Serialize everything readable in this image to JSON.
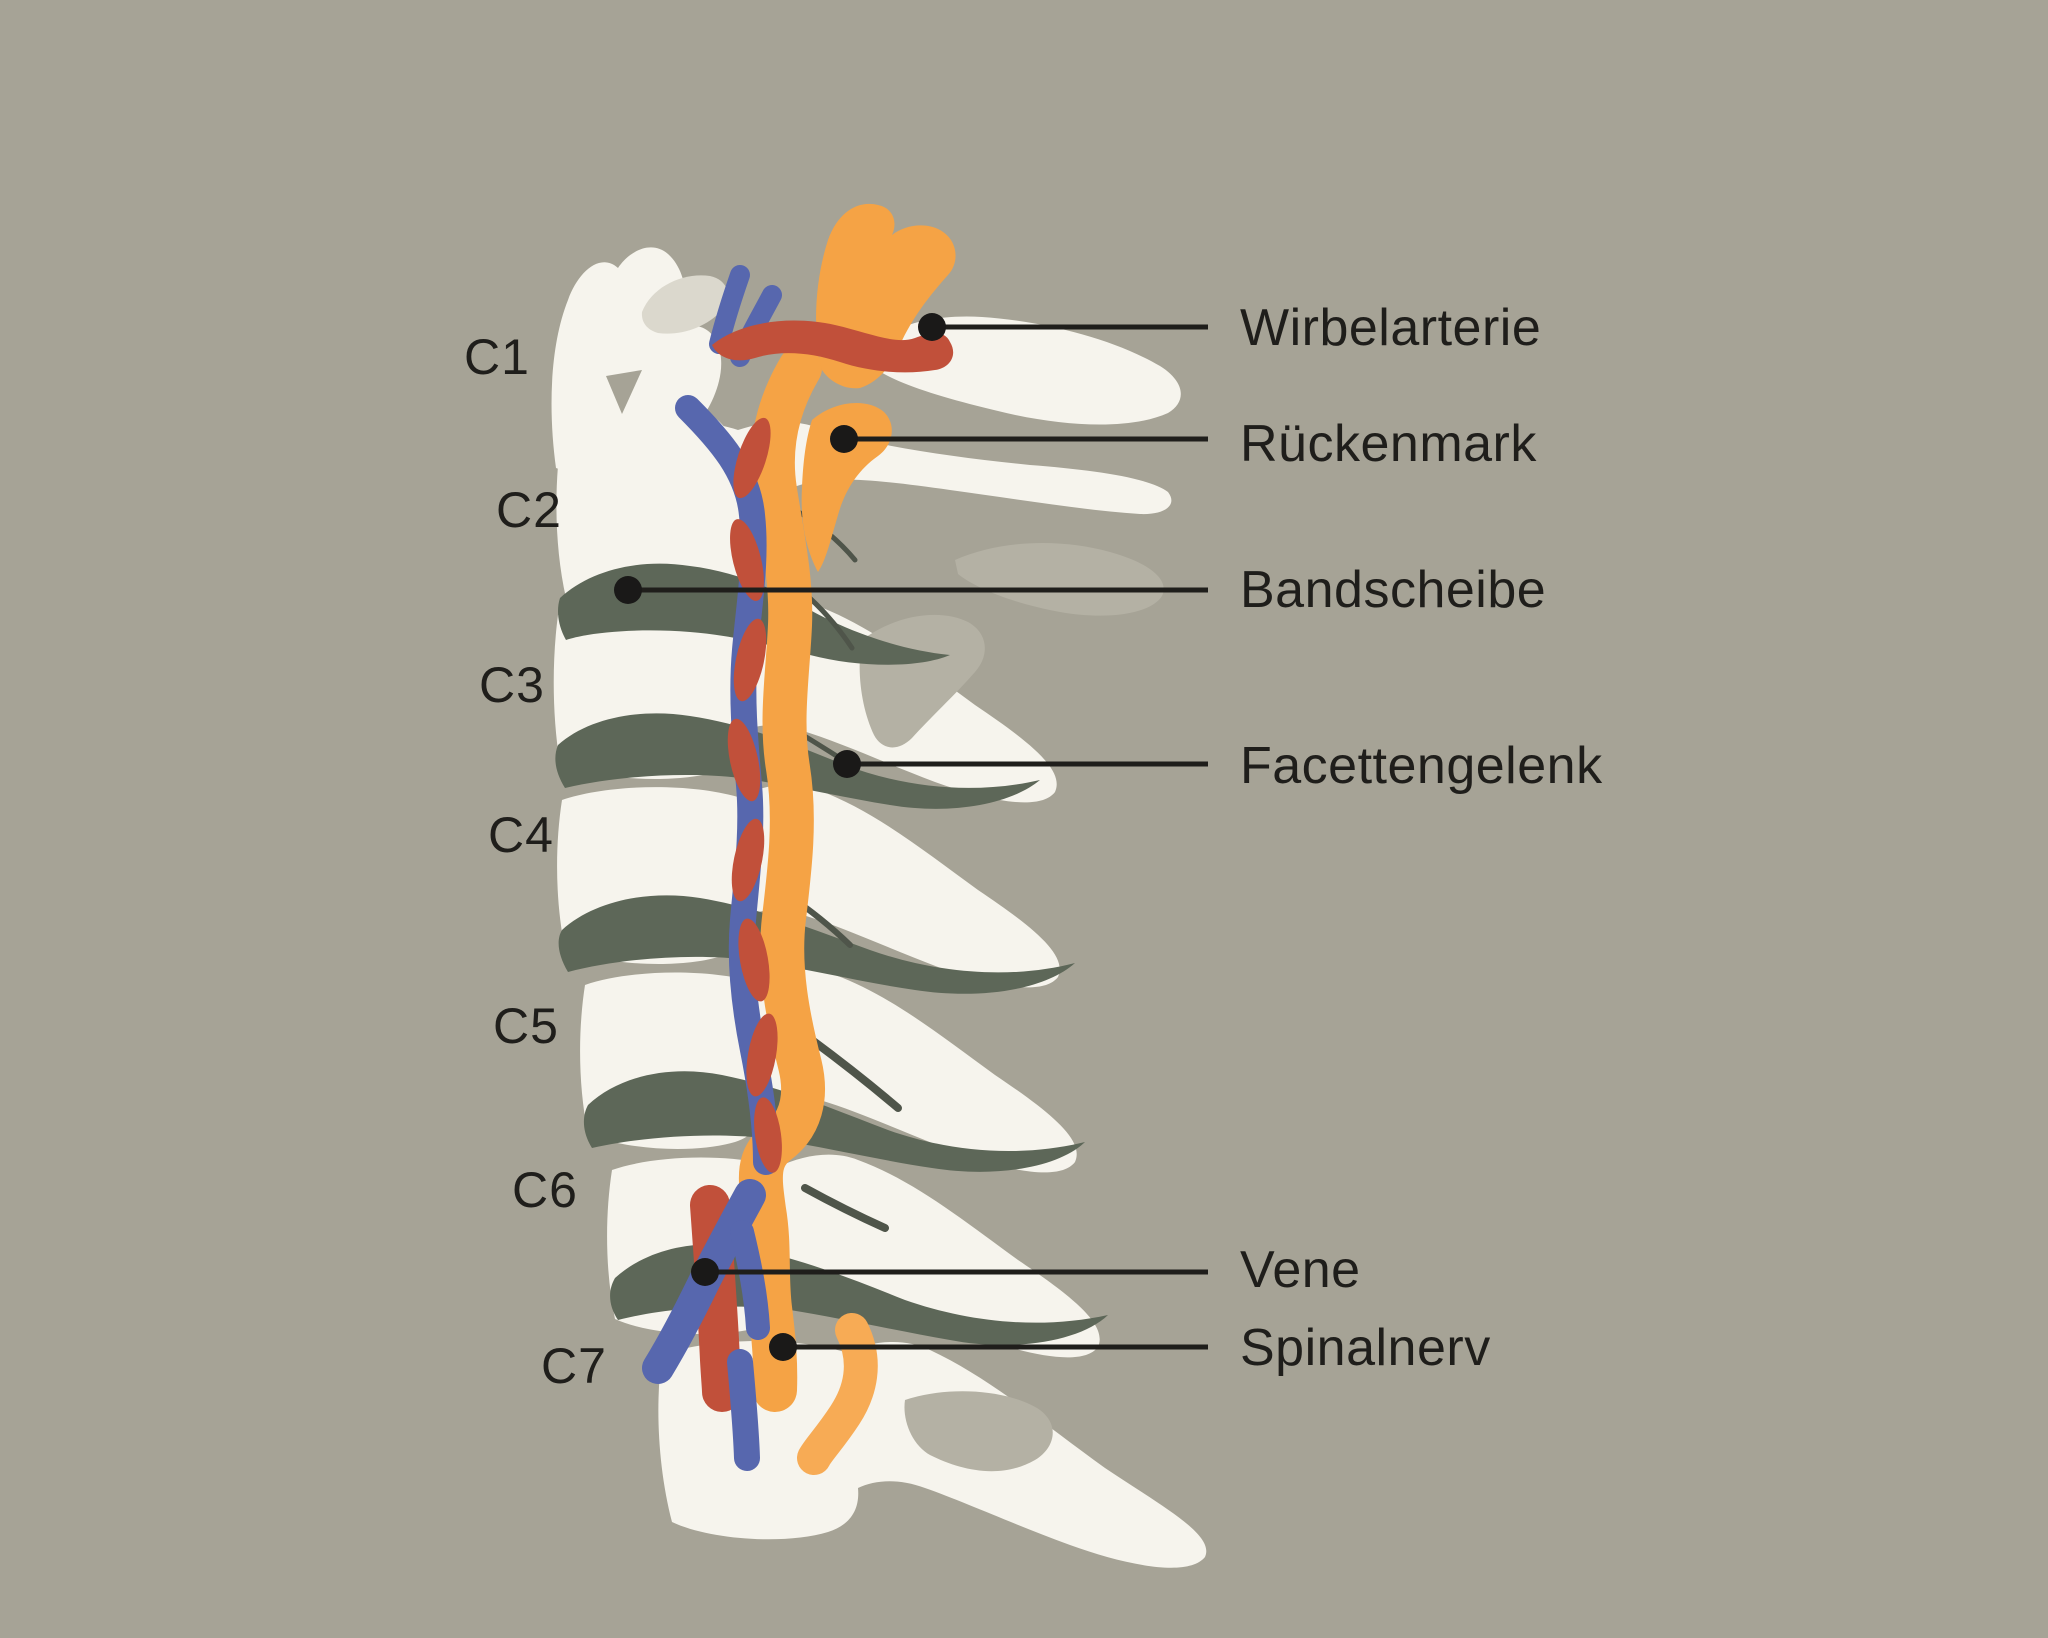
{
  "palette": {
    "background": "#a6a396",
    "bone": "#f6f4ed",
    "bone_shadow": "#dbd8cd",
    "accent_gray": "#b4b1a4",
    "disc_green": "#5d6758",
    "facet_line": "#4f554a",
    "artery_red": "#c1503a",
    "vein_blue": "#5767ae",
    "nerve_orange": "#f5a345",
    "ink": "#1f1e1b"
  },
  "vertebra_labels": [
    {
      "id": "c1",
      "label": "C1"
    },
    {
      "id": "c2",
      "label": "C2"
    },
    {
      "id": "c3",
      "label": "C3"
    },
    {
      "id": "c4",
      "label": "C4"
    },
    {
      "id": "c5",
      "label": "C5"
    },
    {
      "id": "c6",
      "label": "C6"
    },
    {
      "id": "c7",
      "label": "C7"
    }
  ],
  "annotations": [
    {
      "id": "wirbelarterie",
      "label": "Wirbelarterie"
    },
    {
      "id": "rueckenmark",
      "label": "Rückenmark"
    },
    {
      "id": "bandscheibe",
      "label": "Bandscheibe"
    },
    {
      "id": "facettengelenk",
      "label": "Facettengelenk"
    },
    {
      "id": "vene",
      "label": "Vene"
    },
    {
      "id": "spinalnerv",
      "label": "Spinalnerv"
    }
  ]
}
